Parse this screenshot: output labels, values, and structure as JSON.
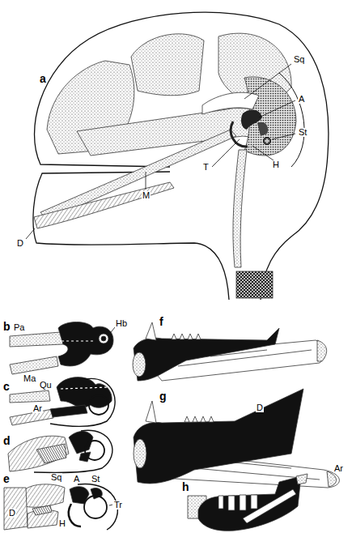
{
  "diagram": {
    "labels": [
      "a",
      "Sq",
      "A",
      "St",
      "H",
      "T",
      "D",
      "M",
      "b",
      "Pa",
      "Hb",
      "Ma",
      "c",
      "Qu",
      "Ar",
      "d",
      "e",
      "Sq",
      "A",
      "St",
      "Tr",
      "H",
      "D",
      "f",
      "g",
      "D",
      "Ar",
      "h"
    ]
  }
}
